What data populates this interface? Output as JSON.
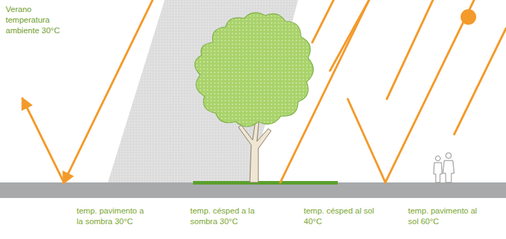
{
  "diagram": {
    "labels": [
      "Verano temperatura ambiente 30°C",
      "temp. pavimento a la sombra 30°C",
      "temp. césped a la sombra 30°C",
      "temp. césped al sol 40°C",
      "temp. pavimento al sol 60°C"
    ]
  }
}
